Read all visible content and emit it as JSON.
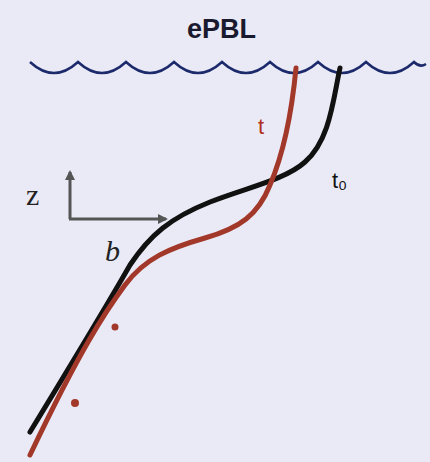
{
  "diagram": {
    "title": "ePBL",
    "labels": [
      "z",
      "b",
      "t",
      "t₀"
    ]
  }
}
